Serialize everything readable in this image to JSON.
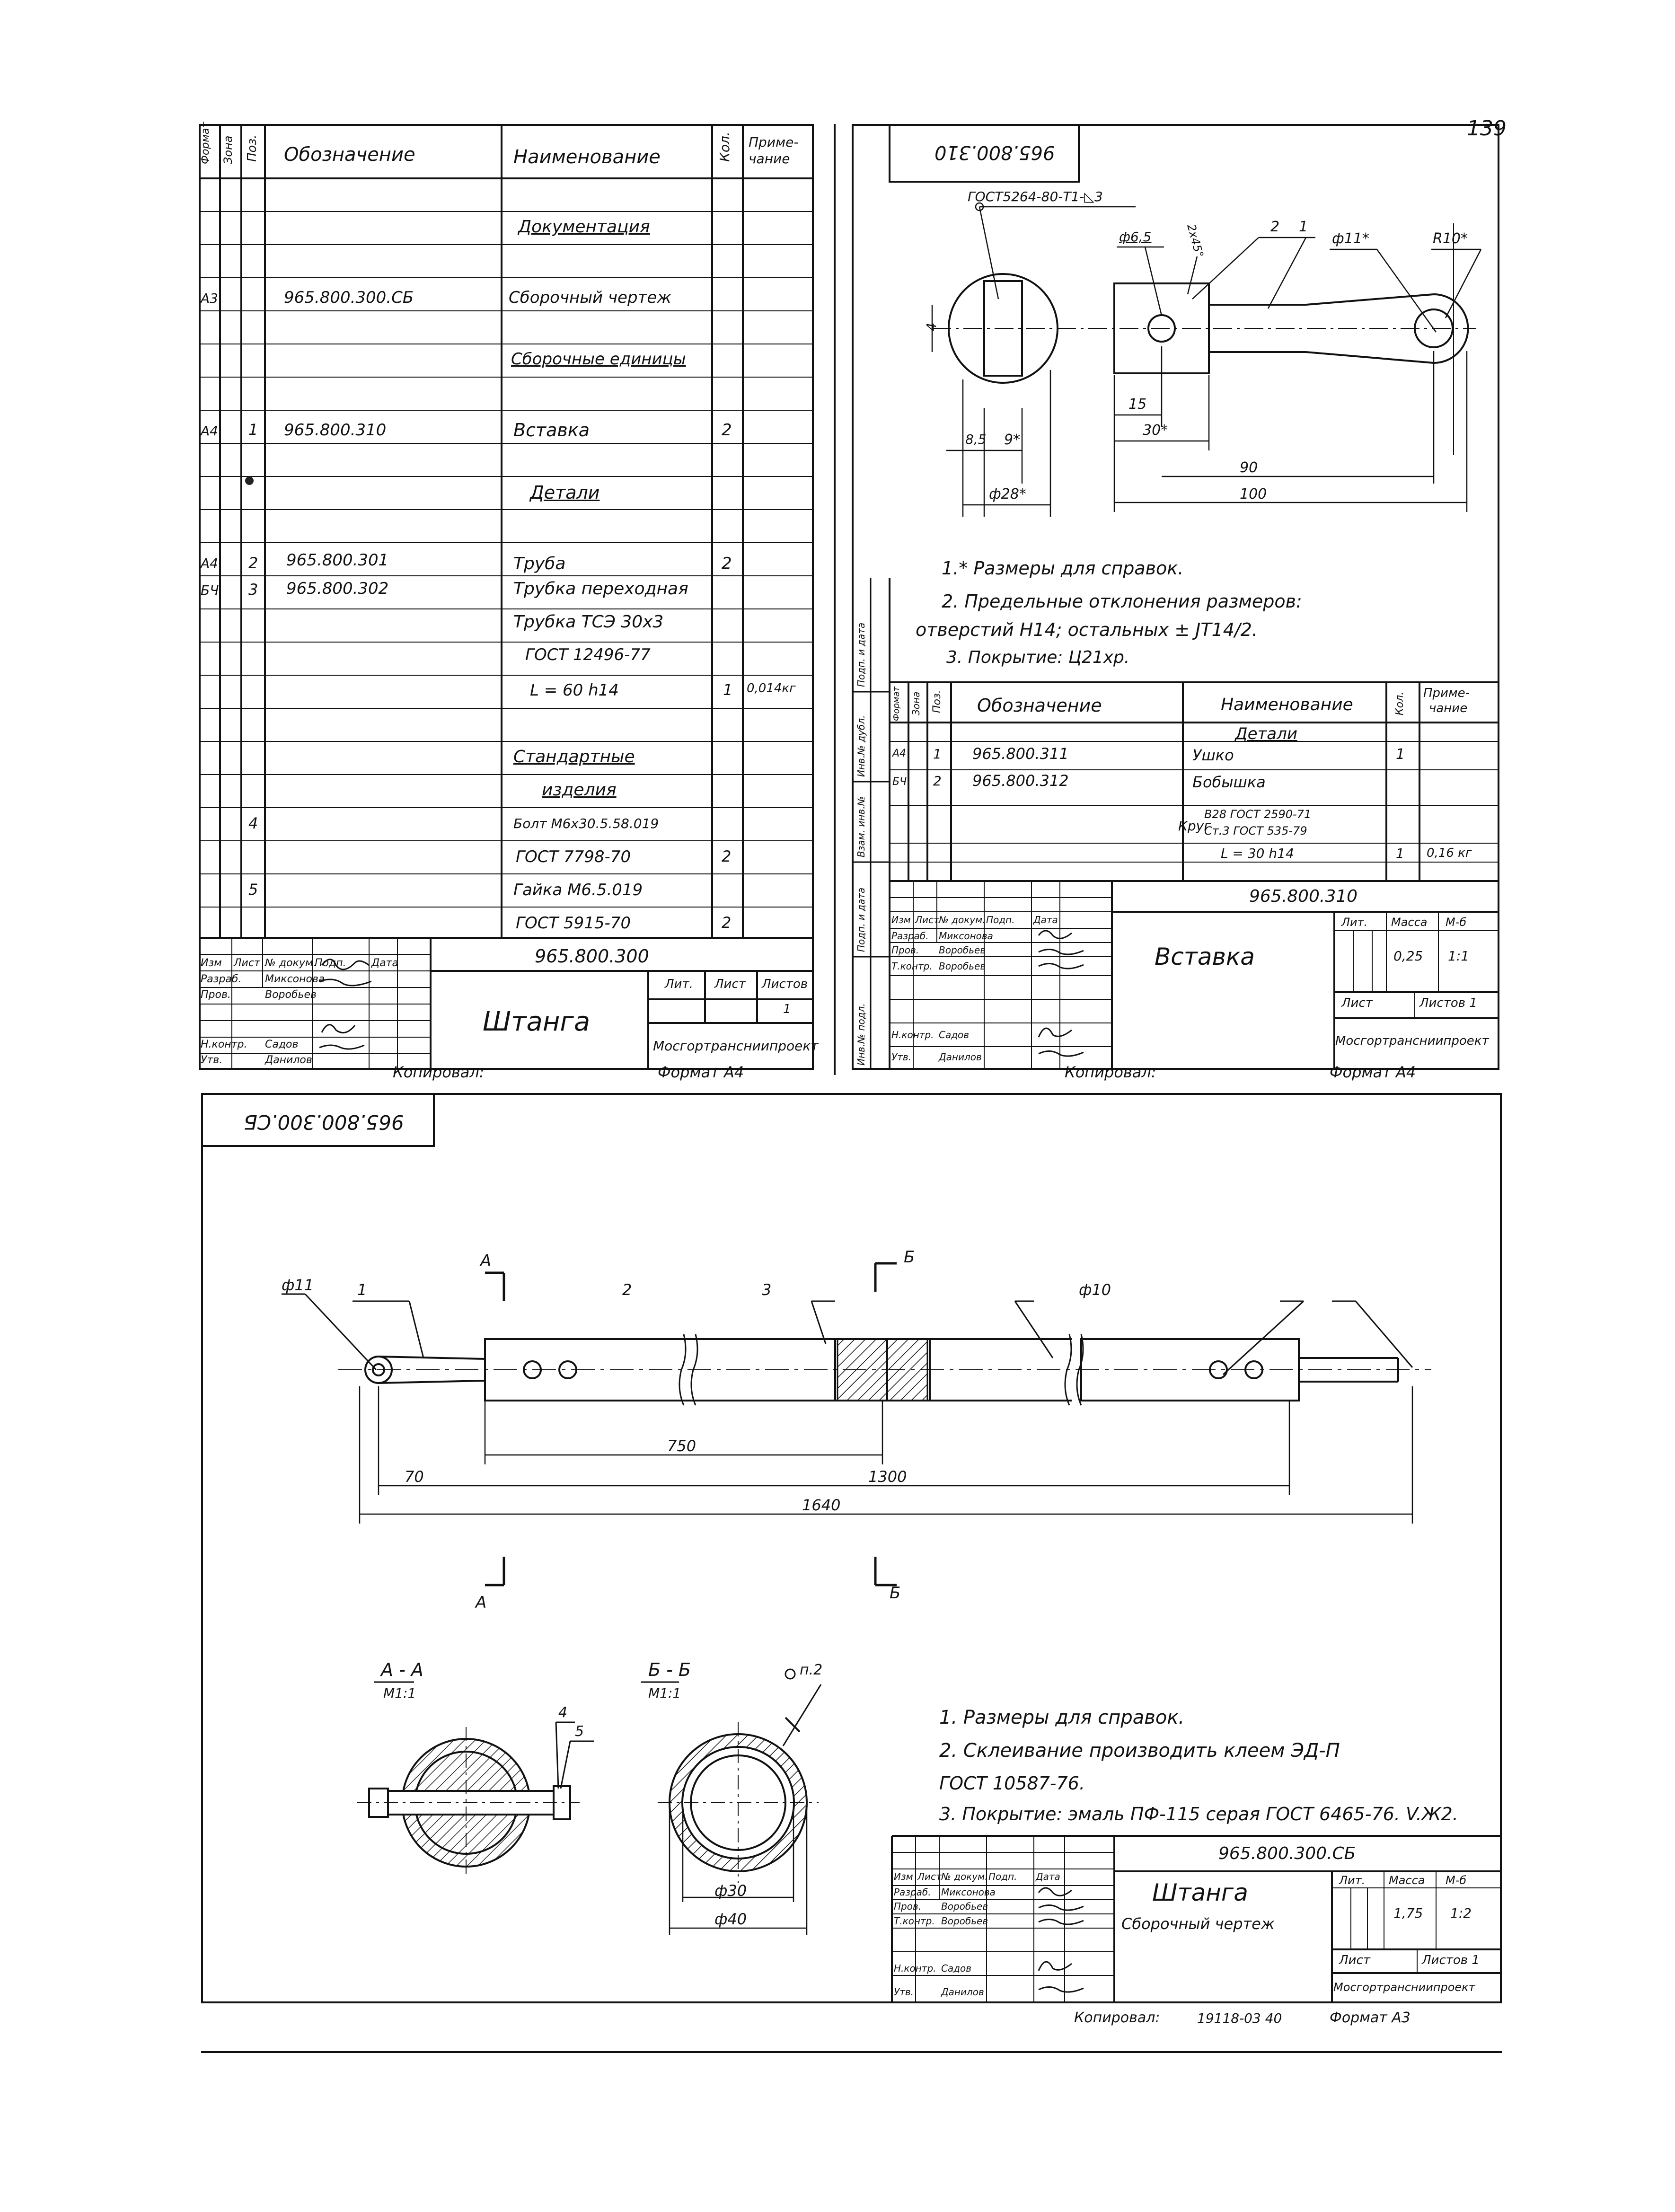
{
  "page_number": "139",
  "top_left_spec": {
    "headers": {
      "format": "Формат",
      "zone": "Зона",
      "pos": "Поз.",
      "designation": "Обозначение",
      "name": "Наименование",
      "qty": "Кол.",
      "note_1": "Приме-",
      "note_2": "чание"
    },
    "sections": {
      "documentation": "Документация",
      "assemblies": "Сборочные единицы",
      "parts": "Детали",
      "standard_1": "Стандартные",
      "standard_2": "изделия"
    },
    "rows": [
      {
        "format": "А3",
        "pos": "",
        "designation": "965.800.300.СБ",
        "name": "Сборочный чертеж",
        "qty": "",
        "note": ""
      },
      {
        "format": "А4",
        "pos": "1",
        "designation": "965.800.310",
        "name": "Вставка",
        "qty": "2",
        "note": ""
      },
      {
        "format": "А4",
        "pos": "2",
        "designation": "965.800.301",
        "name": "Труба",
        "qty": "2",
        "note": ""
      },
      {
        "format": "БЧ",
        "pos": "3",
        "designation": "965.800.302",
        "name": "Трубка переходная",
        "qty": "",
        "note": ""
      },
      {
        "format": "",
        "pos": "",
        "designation": "",
        "name": "Трубка ТСЭ 30х3",
        "qty": "",
        "note": ""
      },
      {
        "format": "",
        "pos": "",
        "designation": "",
        "name": "ГОСТ 12496-77",
        "qty": "",
        "note": ""
      },
      {
        "format": "",
        "pos": "",
        "designation": "",
        "name": "L = 60 h14",
        "qty": "1",
        "note": "0,014кг"
      },
      {
        "format": "",
        "pos": "4",
        "designation": "",
        "name": "Болт М6х30.5.58.019",
        "qty": "",
        "note": ""
      },
      {
        "format": "",
        "pos": "",
        "designation": "",
        "name": "ГОСТ 7798-70",
        "qty": "2",
        "note": ""
      },
      {
        "format": "",
        "pos": "5",
        "designation": "",
        "name": "Гайка М6.5.019",
        "qty": "",
        "note": ""
      },
      {
        "format": "",
        "pos": "",
        "designation": "",
        "name": "ГОСТ 5915-70",
        "qty": "2",
        "note": ""
      }
    ],
    "title_block": {
      "doc_number": "965.800.300",
      "title": "Штанга",
      "org": "Мосгортрансниипроект",
      "col_headers": [
        "Изм",
        "Лист",
        "№ докум.",
        "Подп.",
        "Дата"
      ],
      "lit": "Лит.",
      "sheet": "Лист",
      "sheets": "Листов",
      "sheets_value": "1",
      "people": [
        {
          "role": "Разраб.",
          "name": "Миксонова"
        },
        {
          "role": "Пров.",
          "name": "Воробьев"
        },
        {
          "role": "Н.контр.",
          "name": "Садов"
        },
        {
          "role": "Утв.",
          "name": "Данилов"
        }
      ]
    },
    "copied": "Копировал:",
    "format": "Формат А4"
  },
  "top_right_part": {
    "stamp_number": "965.800.310",
    "weld_note": "ГОСТ5264-80-Т1-◺3",
    "dims": {
      "d65": "ф6,5",
      "chamfer": "2х45°",
      "leader2": "2",
      "leader1": "1",
      "d11": "ф11*",
      "r10": "R10*",
      "h4": "4",
      "d15": "15",
      "d30": "30*",
      "d9": "9*",
      "d85": "8,5",
      "d28": "ф28*",
      "d90": "90",
      "d100": "100"
    },
    "notes": [
      "1.* Размеры для справок.",
      "2. Предельные отклонения размеров:",
      "отверстий Н14; остальных ± JT14/2.",
      "3. Покрытие: Ц21хр."
    ],
    "side_labels": [
      "Инв.№ подл.",
      "Подп. и дата",
      "Взам. инв.№",
      "Инв.№ дубл.",
      "Подп. и дата"
    ],
    "spec_headers": {
      "format": "Формат",
      "zone": "Зона",
      "pos": "Поз.",
      "designation": "Обозначение",
      "name": "Наименование",
      "qty": "Кол.",
      "note_1": "Приме-",
      "note_2": "чание"
    },
    "section": "Детали",
    "rows": [
      {
        "format": "А4",
        "pos": "1",
        "designation": "965.800.311",
        "name": "Ушко",
        "qty": "1",
        "note": ""
      },
      {
        "format": "БЧ",
        "pos": "2",
        "designation": "965.800.312",
        "name": "Бобышка",
        "qty": "",
        "note": ""
      },
      {
        "format": "",
        "pos": "",
        "designation": "",
        "name": "Круг",
        "name_top": "В28 ГОСТ 2590-71",
        "name_bottom": "Ст.3 ГОСТ 535-79",
        "qty": "",
        "note": ""
      },
      {
        "format": "",
        "pos": "",
        "designation": "",
        "name": "L = 30 h14",
        "qty": "1",
        "note": "0,16 кг"
      }
    ],
    "title_block": {
      "doc_number": "965.800.310",
      "title": "Вставка",
      "org": "Мосгортрансниипроект",
      "col_headers": [
        "Изм",
        "Лист",
        "№ докум.",
        "Подп.",
        "Дата"
      ],
      "lit": "Лит.",
      "mass": "Масса",
      "scale_h": "М-б",
      "mass_value": "0,25",
      "scale_value": "1:1",
      "sheet": "Лист",
      "sheets": "Листов 1",
      "people": [
        {
          "role": "Разраб.",
          "name": "Миксонова"
        },
        {
          "role": "Пров.",
          "name": "Воробьев"
        },
        {
          "role": "Т.контр.",
          "name": "Воробьев"
        },
        {
          "role": "Н.контр.",
          "name": "Садов"
        },
        {
          "role": "Утв.",
          "name": "Данилов"
        }
      ]
    },
    "copied": "Копировал:",
    "format": "Формат А4"
  },
  "bottom_assembly": {
    "stamp_number": "965.800.300.СБ",
    "labels": {
      "d11": "ф11",
      "p1": "1",
      "secA": "А",
      "p2": "2",
      "p3": "3",
      "secB": "Б",
      "d10": "ф10"
    },
    "dims": {
      "d70": "70",
      "d750": "750",
      "d1300": "1300",
      "d1640": "1640"
    },
    "section_aa": {
      "title": "А - А",
      "scale": "М1:1",
      "p4": "4",
      "p5": "5"
    },
    "section_bb": {
      "title": "Б - Б",
      "scale": "М1:1",
      "weld": "п.2",
      "d30": "ф30",
      "d40": "ф40"
    },
    "notes": [
      "1. Размеры для справок.",
      "2. Склеивание производить клеем ЭД-П",
      "ГОСТ 10587-76.",
      "3. Покрытие: эмаль ПФ-115 серая ГОСТ 6465-76. V.Ж2."
    ],
    "title_block": {
      "doc_number": "965.800.300.СБ",
      "title": "Штанга",
      "subtitle": "Сборочный чертеж",
      "org": "Мосгортрансниипроект",
      "col_headers": [
        "Изм",
        "Лист",
        "№ докум.",
        "Подп.",
        "Дата"
      ],
      "lit": "Лит.",
      "mass": "Масса",
      "scale_h": "М-б",
      "mass_value": "1,75",
      "scale_value": "1:2",
      "sheet": "Лист",
      "sheets": "Листов 1",
      "people": [
        {
          "role": "Разраб.",
          "name": "Миксонова"
        },
        {
          "role": "Пров.",
          "name": "Воробьев"
        },
        {
          "role": "Т.контр.",
          "name": "Воробьев"
        },
        {
          "role": "Н.контр.",
          "name": "Садов"
        },
        {
          "role": "Утв.",
          "name": "Данилов"
        }
      ]
    },
    "copied": "Копировал:",
    "copy_number": "19118-03  40",
    "format": "Формат А3"
  }
}
